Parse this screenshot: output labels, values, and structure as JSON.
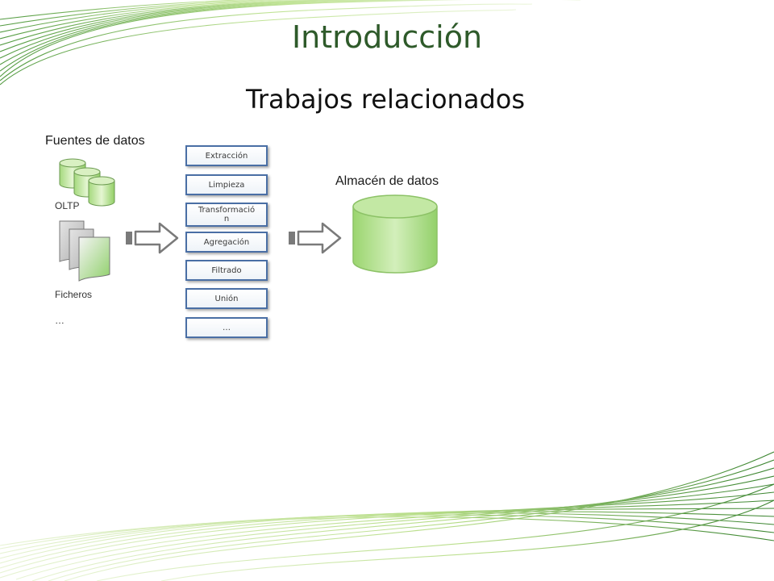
{
  "slide": {
    "title": "Introducción",
    "subtitle": "Trabajos relacionados"
  },
  "sources": {
    "heading": "Fuentes de datos",
    "oltp_label": "OLTP",
    "files_label": "Ficheros",
    "more_label": "…"
  },
  "steps": [
    {
      "label": "Extracción"
    },
    {
      "label": "Limpieza"
    },
    {
      "label": "Transformación"
    },
    {
      "label": "Agregación"
    },
    {
      "label": "Filtrado"
    },
    {
      "label": "Unión"
    },
    {
      "label": "…"
    }
  ],
  "warehouse": {
    "label": "Almacén de datos"
  },
  "colors": {
    "title": "#2e5a2a",
    "accent_green": "#8fd46a",
    "step_border": "#4a6fa5",
    "arrow": "#7a7a7a"
  },
  "icons": [
    "database-icon",
    "document-stack-icon",
    "arrow-right-icon"
  ]
}
